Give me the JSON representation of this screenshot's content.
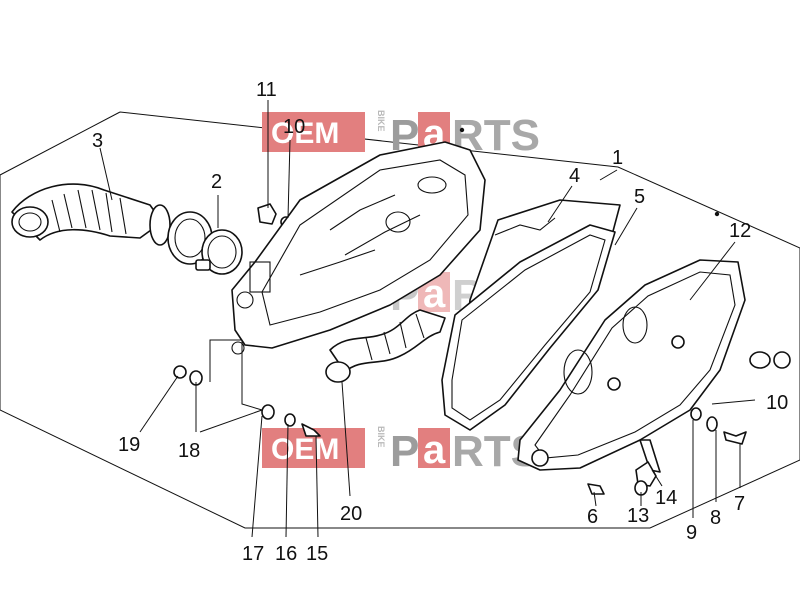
{
  "watermark": {
    "oem": "OEM",
    "bike": "BIKE",
    "p": "P",
    "a": "a",
    "rts": "RTS",
    "colors": {
      "red": "#e27f7f",
      "gray": "#a8a8a8"
    }
  },
  "callouts": {
    "c1": "1",
    "c2": "2",
    "c3": "3",
    "c4": "4",
    "c5": "5",
    "c6": "6",
    "c7": "7",
    "c8": "8",
    "c9": "9",
    "c10a": "10",
    "c10b": "10",
    "c11": "11",
    "c12": "12",
    "c13": "13",
    "c14": "14",
    "c15": "15",
    "c16": "16",
    "c17": "17",
    "c18": "18",
    "c19": "19",
    "c20": "20"
  }
}
